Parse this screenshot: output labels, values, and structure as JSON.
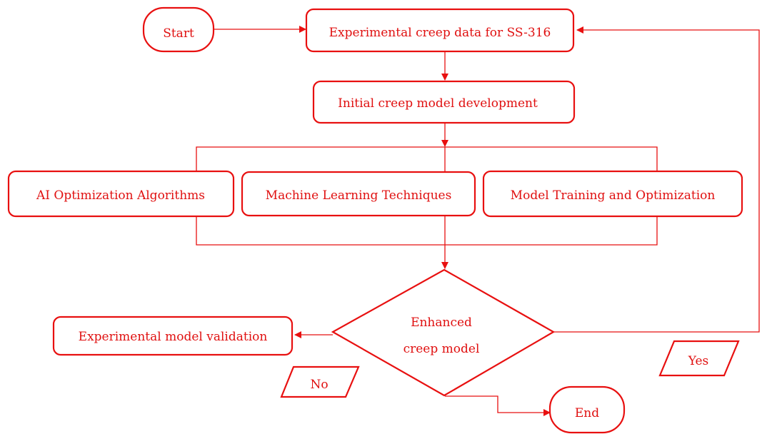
{
  "colors": {
    "stroke": "#e81010",
    "text": "#e01010",
    "background": "#ffffff"
  },
  "nodes": {
    "start": "Start",
    "experimental_data": "Experimental creep data for SS-316",
    "initial_model": "Initial creep model development",
    "ai_optimization": "AI Optimization Algorithms",
    "machine_learning": "Machine Learning Techniques",
    "model_training": "Model Training and Optimization",
    "enhanced_line1": "Enhanced",
    "enhanced_line2": "creep model",
    "validation": "Experimental model validation",
    "end": "End"
  },
  "branch_labels": {
    "yes": "Yes",
    "no": "No"
  }
}
